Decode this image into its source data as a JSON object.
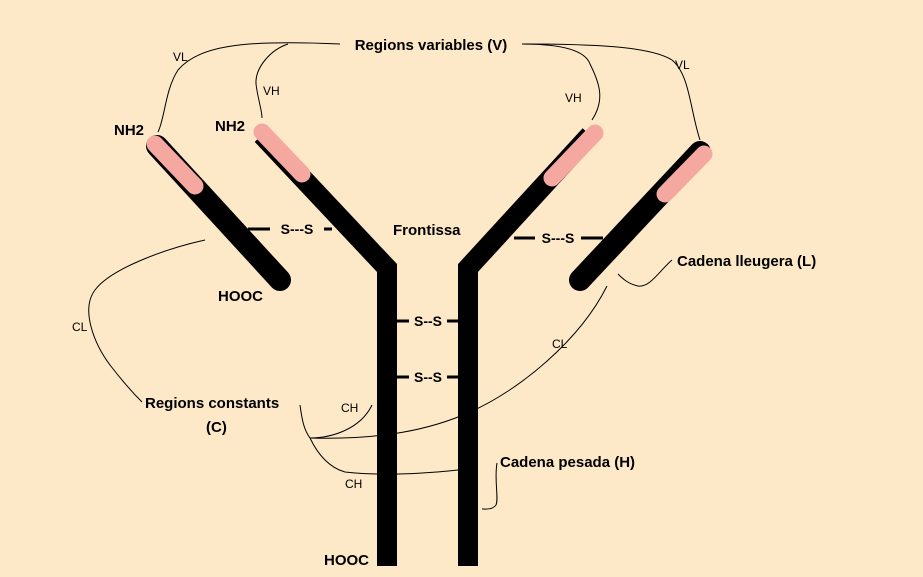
{
  "colors": {
    "background": "#fde8c8",
    "variable_region": "#f4a8a0",
    "chain": "#000000"
  },
  "labels": {
    "variable_regions": "Regions variables  (V)",
    "hinge": "Frontissa",
    "light_chain": "Cadena lleugera (L)",
    "heavy_chain": "Cadena pesada (H)",
    "constant_regions": "Regions constants",
    "constant_regions_abbr": "(C)",
    "nh2_left": "NH2",
    "nh2_inner": "NH2",
    "hooc_light": "HOOC",
    "hooc_heavy": "HOOC",
    "vl_left": "VL",
    "vh_left": "VH",
    "vh_right": "VH",
    "vl_right": "VL",
    "cl_left": "CL",
    "cl_right": "CL",
    "ch_upper": "CH",
    "ch_lower": "CH",
    "ss_left_arm": "S---S",
    "ss_right_arm": "S---S",
    "ss_hinge_1": "S--S",
    "ss_hinge_2": "S--S"
  }
}
